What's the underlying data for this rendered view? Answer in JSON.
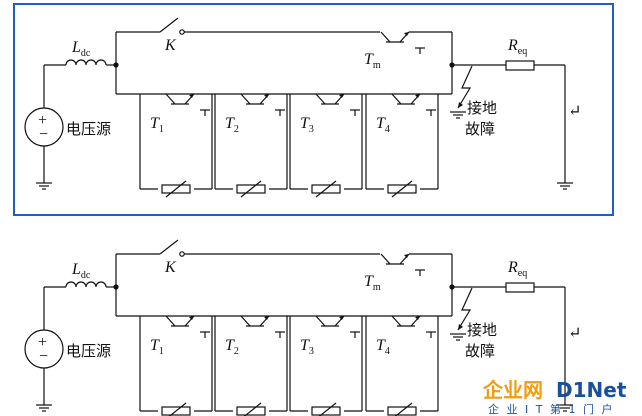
{
  "panels": [
    {
      "highlighted": true,
      "frame_color": "#1f5fbf",
      "labels": {
        "inductor": [
          "L",
          "dc"
        ],
        "switch": "K",
        "main_igbt": [
          "T",
          "m"
        ],
        "resistor": [
          "R",
          "eq"
        ],
        "source": "电压源",
        "fault": [
          "接地",
          "故障"
        ],
        "branches": [
          [
            "T",
            "1"
          ],
          [
            "T",
            "2"
          ],
          [
            "T",
            "3"
          ],
          [
            "T",
            "4"
          ]
        ],
        "return_mark": "↵"
      }
    },
    {
      "highlighted": false,
      "frame_color": "",
      "labels": {
        "inductor": [
          "L",
          "dc"
        ],
        "switch": "K",
        "main_igbt": [
          "T",
          "m"
        ],
        "resistor": [
          "R",
          "eq"
        ],
        "source": "电压源",
        "fault": [
          "接地",
          "故障"
        ],
        "branches": [
          [
            "T",
            "1"
          ],
          [
            "T",
            "2"
          ],
          [
            "T",
            "3"
          ],
          [
            "T",
            "4"
          ]
        ],
        "return_mark": "↵"
      }
    }
  ],
  "watermark": {
    "brand_cn": "企业网",
    "brand_en": "D1Net",
    "tagline": "企 业 I T 第 1 门 户",
    "colors": {
      "cn": "#f39c12",
      "en": "#1a4f9c"
    }
  }
}
